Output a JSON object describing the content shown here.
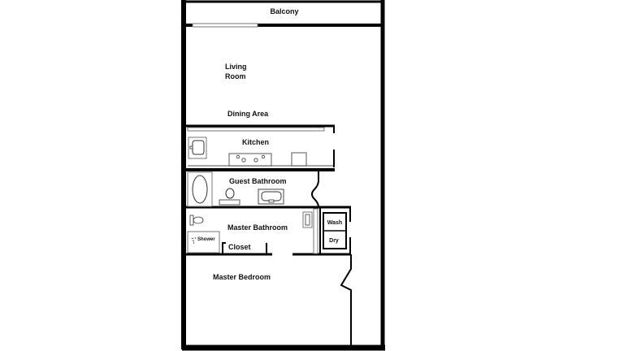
{
  "floor_plan": {
    "rooms": {
      "balcony": "Balcony",
      "living_room_line1": "Living",
      "living_room_line2": "Room",
      "dining_area": "Dining Area",
      "kitchen": "Kitchen",
      "guest_bathroom": "Guest Bathroom",
      "master_bathroom": "Master Bathroom",
      "closet": "Closet",
      "master_bedroom": "Master Bedroom"
    },
    "fixtures": {
      "shower": "Shower",
      "washer": "Wash",
      "dryer": "Dry"
    },
    "colors": {
      "wall": "#000000",
      "fixture_outline": "#555555",
      "fixture_fill": "#ffffff",
      "background": "#ffffff"
    }
  }
}
